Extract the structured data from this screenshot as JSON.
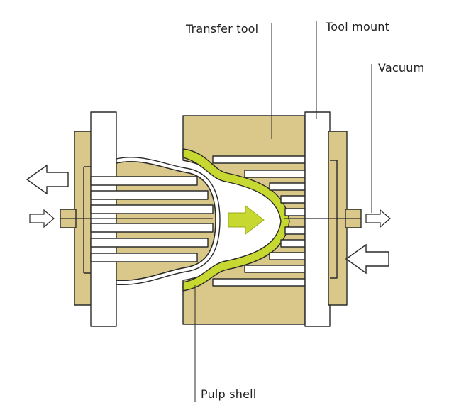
{
  "labels": {
    "transfer_tool": "Transfer tool",
    "tool_mount": "Tool mount",
    "vacuum": "Vacuum",
    "pulp_shell": "Pulp shell"
  },
  "colors": {
    "tan": "#d9c88a",
    "pulp": "#c7d930",
    "outline": "#2a2a2a",
    "background": "#ffffff"
  }
}
